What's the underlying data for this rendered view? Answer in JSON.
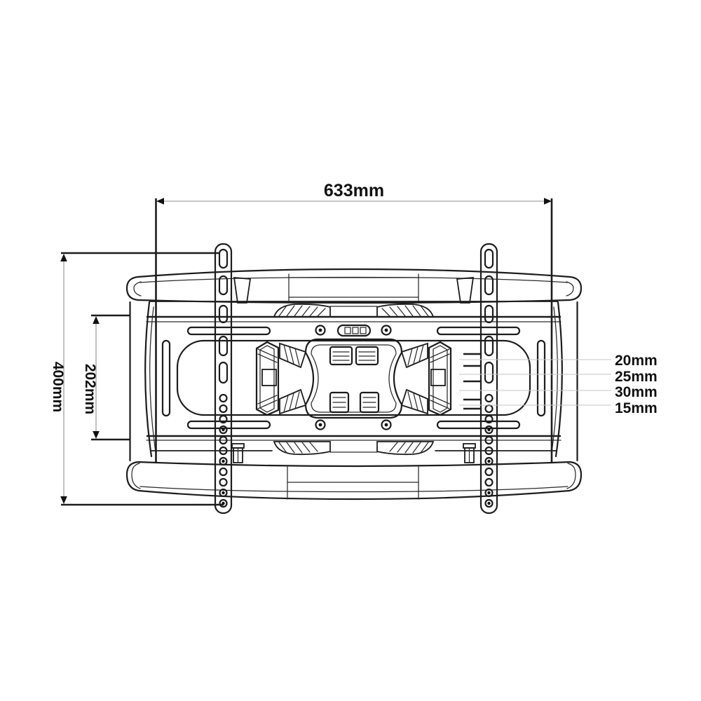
{
  "diagram": {
    "title": "TV wall mount bracket dimension drawing",
    "view": "rear view line drawing",
    "units": "mm"
  },
  "dimensions": {
    "overall_width": {
      "label": "633mm",
      "value": 633
    },
    "overall_height": {
      "label": "400mm",
      "value": 400
    },
    "plate_height": {
      "label": "202mm",
      "value": 202
    },
    "hole_spacings": [
      {
        "label": "20mm",
        "value": 20
      },
      {
        "label": "25mm",
        "value": 25
      },
      {
        "label": "30mm",
        "value": 30
      },
      {
        "label": "15mm",
        "value": 15
      }
    ]
  },
  "colors": {
    "background": "#ffffff",
    "object_line": "#1c1c1c",
    "dimension_line": "#8f8f8f",
    "leader_line": "#c4c4c4",
    "text": "#111111"
  }
}
